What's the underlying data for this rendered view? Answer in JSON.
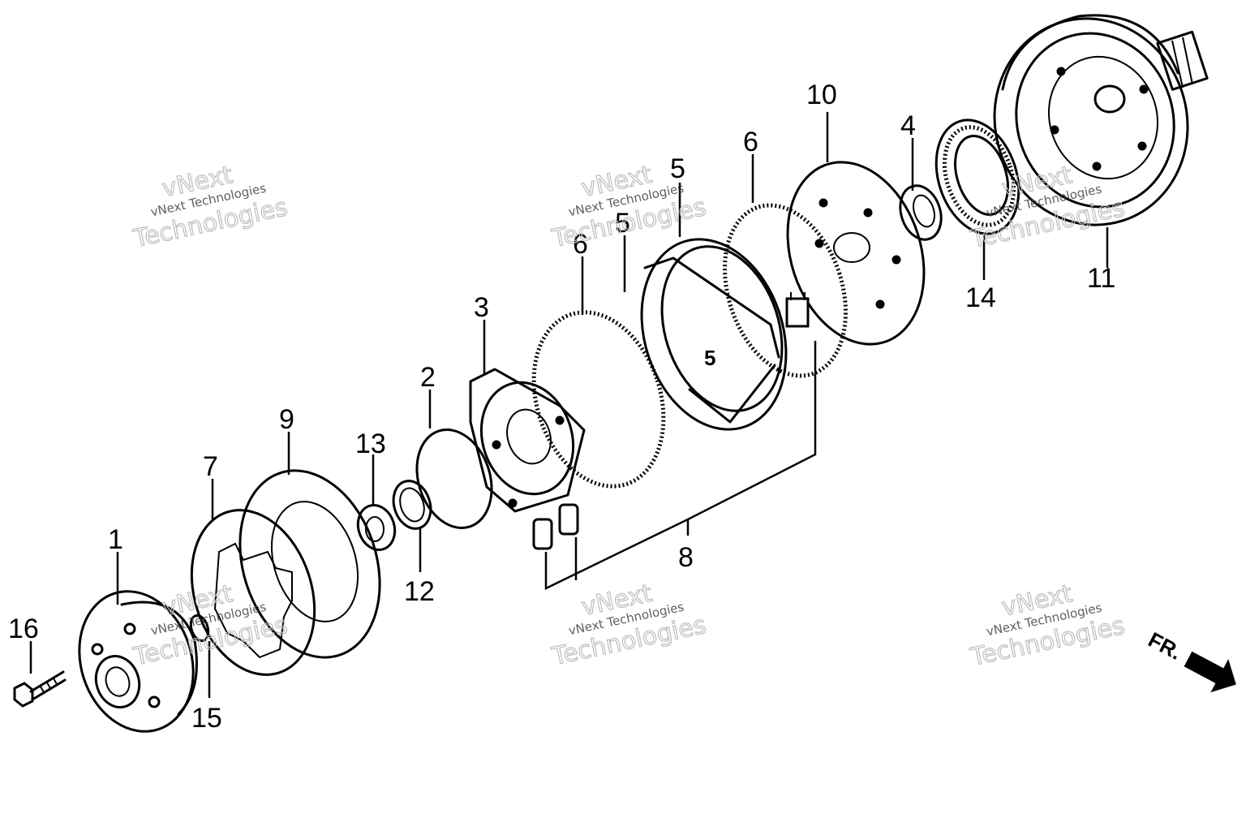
{
  "diagram": {
    "callouts": [
      "1",
      "2",
      "3",
      "4",
      "5",
      "5",
      "5",
      "6",
      "6",
      "7",
      "8",
      "9",
      "10",
      "11",
      "12",
      "13",
      "14",
      "15",
      "16"
    ],
    "direction_label": "FR."
  },
  "watermark": {
    "line1": "vNext",
    "line2": "vNext Technologies",
    "line3": "Technologies"
  }
}
